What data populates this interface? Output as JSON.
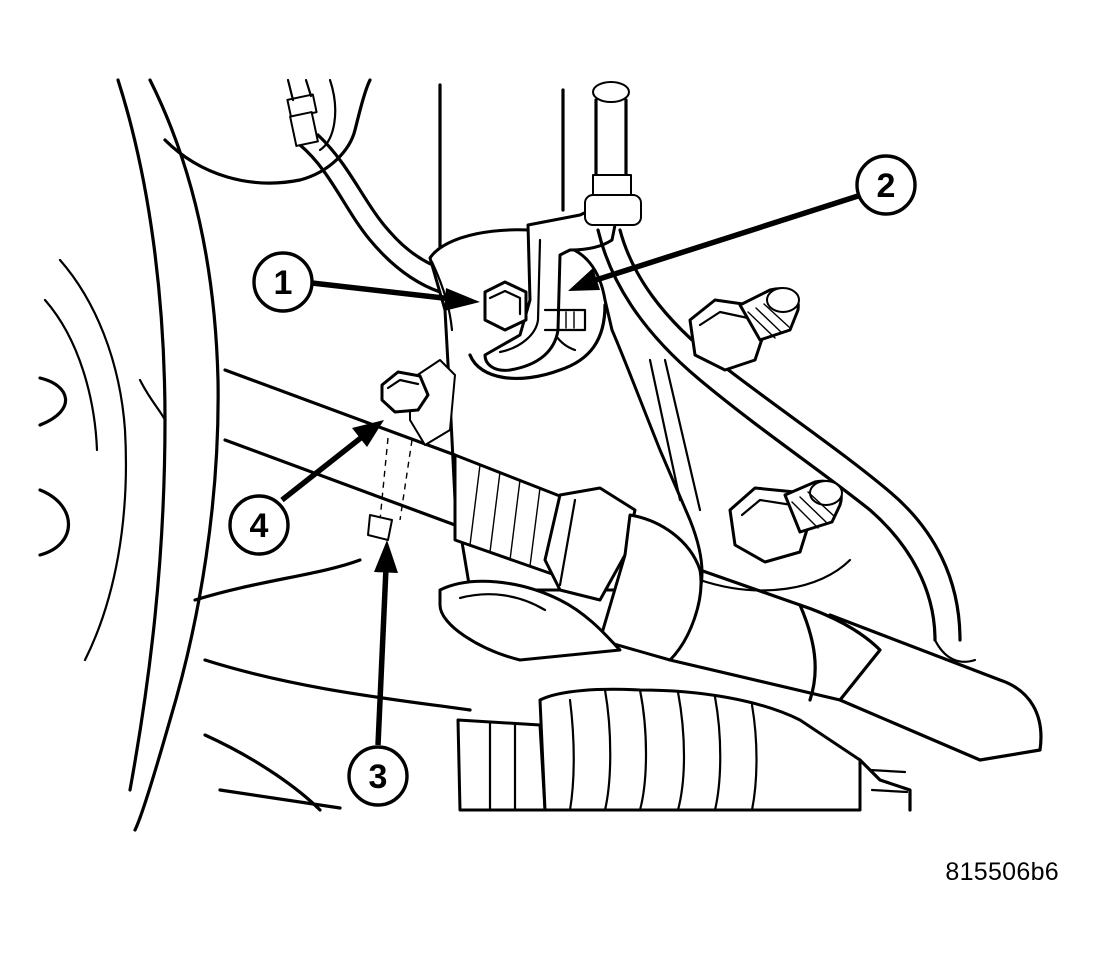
{
  "figure": {
    "figure_id": "815506b6",
    "callouts": [
      {
        "id": "callout-1",
        "label": "1"
      },
      {
        "id": "callout-2",
        "label": "2"
      },
      {
        "id": "callout-3",
        "label": "3"
      },
      {
        "id": "callout-4",
        "label": "4"
      }
    ]
  }
}
